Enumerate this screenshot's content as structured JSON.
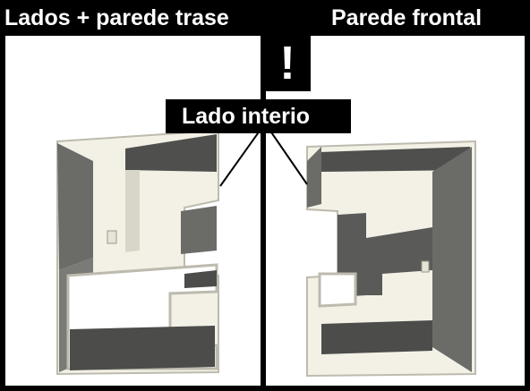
{
  "header": {
    "left_title": "Lados + parede trase",
    "right_title": "Parede frontal"
  },
  "warning": {
    "symbol": "!"
  },
  "callout": {
    "label": "Lado interio"
  },
  "colors": {
    "frame": "#000000",
    "panel_bg": "#ffffff",
    "profile_dark": "#5a5a58",
    "profile_mid": "#7a7a76",
    "profile_edge": "#e9e7d8",
    "profile_outline": "#bdbbae"
  }
}
